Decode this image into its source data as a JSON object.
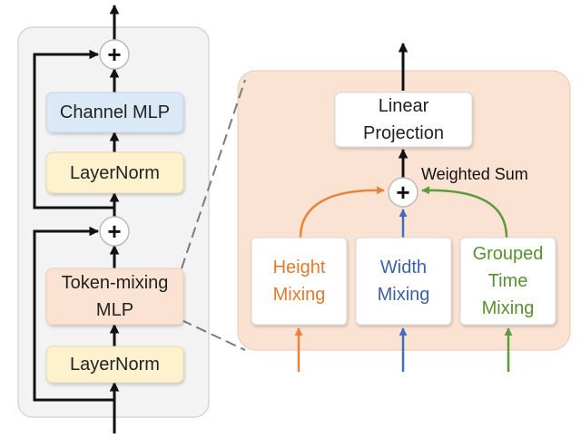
{
  "block": {
    "channel_mlp": "Channel MLP",
    "layernorm_top": "LayerNorm",
    "token_mixing_mlp": "Token-mixing\nMLP",
    "layernorm_bottom": "LayerNorm"
  },
  "detail": {
    "linear_projection": "Linear\nProjection",
    "weighted_sum": "Weighted Sum",
    "height_mixing": "Height\nMixing",
    "width_mixing": "Width\nMixing",
    "grouped_time_mixing": "Grouped\nTime\nMixing"
  },
  "symbols": {
    "plus": "+"
  },
  "colors": {
    "channel_mlp_fill": "#dbe8f6",
    "layernorm_fill": "#fdf2cd",
    "token_mixing_fill": "#fbe3d4",
    "detail_panel_fill": "#fbe3d4",
    "block_panel_fill": "#f3f3f3",
    "height": "#e8833a",
    "width": "#3f6fba",
    "time": "#5c9c3a"
  }
}
